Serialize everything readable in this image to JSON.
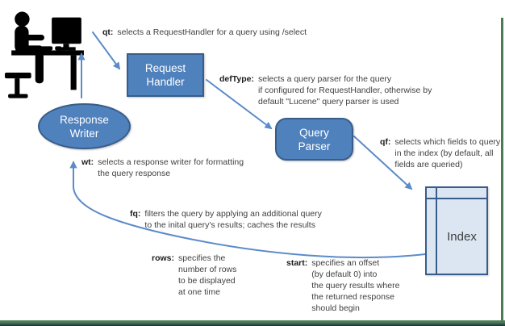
{
  "diagram": {
    "title_implied": "Solr query processing flow",
    "nodes": {
      "request_handler": {
        "label": "Request\nHandler"
      },
      "query_parser": {
        "label": "Query\nParser"
      },
      "response_writer": {
        "label": "Response\nWriter"
      },
      "index": {
        "label": "Index"
      }
    },
    "annotations": {
      "qt": {
        "label": "qt:",
        "text": "selects a RequestHandler for a query using /select"
      },
      "defType": {
        "label": "defType:",
        "text": "selects a query parser for the query\nif configured for RequestHandler, otherwise by\ndefault \"Lucene\" query parser is used"
      },
      "qf": {
        "label": "qf:",
        "text": "selects which fields to query\nin the index (by default, all\nfields are queried)"
      },
      "wt": {
        "label": "wt:",
        "text": "selects a response writer for formatting\nthe query response"
      },
      "fq": {
        "label": "fq:",
        "text": "filters the query by applying an additional query\nto the inital query's results; caches the results"
      },
      "rows": {
        "label": "rows:",
        "text": "specifies the\nnumber of rows\nto be displayed\nat one time"
      },
      "start": {
        "label": "start:",
        "text": "specifies an offset\n(by default 0) into\nthe query results where\nthe returned response\nshould begin"
      }
    },
    "icons": {
      "person": "person-at-computer-icon"
    },
    "colors": {
      "node_fill": "#4f81bd",
      "node_border": "#385d8a",
      "index_fill": "#dce6f2",
      "arrow": "#5b8bc9",
      "annotation_text": "#3f3f3f",
      "frame_green": "#4c7a52",
      "frame_dark": "#16323e"
    }
  }
}
